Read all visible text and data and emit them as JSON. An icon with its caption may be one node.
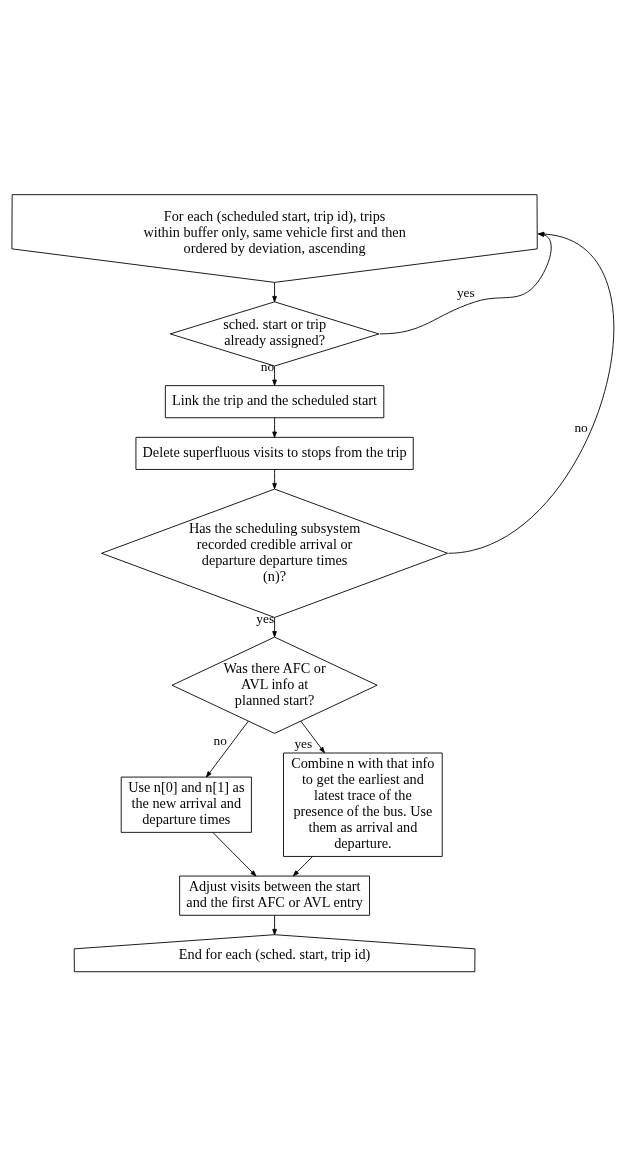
{
  "diagram": {
    "nodes": [
      {
        "text": [
          "For each (scheduled start, trip id), trips within buffer only, same vehicle first and then ordered by deviation, ascending"
        ]
      },
      {
        "text": [
          "sched. start or trip already assigned?"
        ]
      },
      {
        "text": [
          "Link the trip and the scheduled start"
        ]
      },
      {
        "text": [
          "Delete superfluous visits to stops from the trip"
        ]
      },
      {
        "text": [
          "Has the scheduling subsystem recorded credible arrival or departure departure times (n)?"
        ]
      },
      {
        "text": [
          "Was there AFC or AVL info at planned start?"
        ]
      },
      {
        "text": [
          "Use n[0] and n[1] as the new arrival and departure times"
        ]
      },
      {
        "text": [
          "Combine n with that info to get the earliest and latest trace of the presence of the bus. Use them as arrival and departure."
        ]
      },
      {
        "text": [
          "Adjust visits between the start and the first AFC or AVL entry"
        ]
      },
      {
        "text": [
          "End for each (sched. start, trip id)"
        ]
      }
    ],
    "edges": [
      {
        "from": 0,
        "to": 1,
        "arrow": "to"
      },
      {
        "from": 1,
        "to": 0,
        "arrow": "to",
        "label": "yes"
      },
      {
        "from": 1,
        "to": 2,
        "arrow": "to",
        "label": "no"
      },
      {
        "from": 2,
        "to": 3,
        "arrow": "to"
      },
      {
        "from": 3,
        "to": 4,
        "arrow": "to"
      },
      {
        "from": 4,
        "to": 0,
        "arrow": "to",
        "label": "no"
      },
      {
        "from": 4,
        "to": 5,
        "arrow": "to",
        "label": "yes"
      },
      {
        "from": 5,
        "to": 6,
        "arrow": "to",
        "label": "no"
      },
      {
        "from": 5,
        "to": 7,
        "arrow": "to",
        "label": "yes"
      },
      {
        "from": 6,
        "to": 8,
        "arrow": "to"
      },
      {
        "from": 7,
        "to": 8,
        "arrow": "to"
      },
      {
        "from": 8,
        "to": 9,
        "arrow": "to"
      }
    ]
  }
}
